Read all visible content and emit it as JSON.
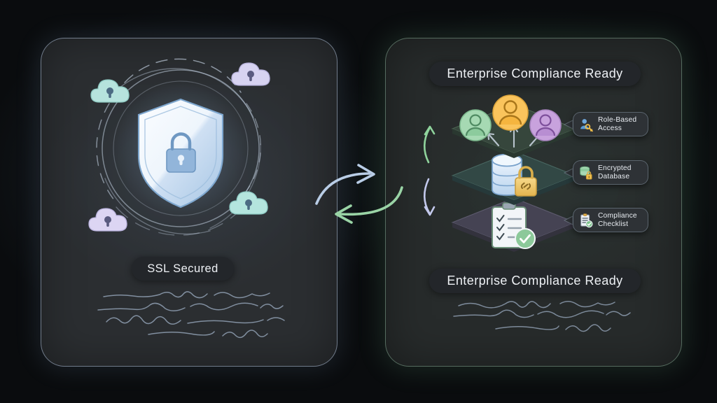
{
  "meta": {
    "title": "SSL Secured and Enterprise Compliance Ready infographic",
    "background_color": "#0a0c0e"
  },
  "left_panel": {
    "name": "ssl-secured-panel",
    "border_color": "#b2c4de",
    "pill_label": "SSL Secured",
    "hero_icon": "shield-lock-icon",
    "shield": {
      "fill_light": "#f3f7fb",
      "fill_mid": "#c5daf0",
      "edge": "#8fb3d6",
      "lock_color": "#8eb2d8"
    },
    "orbit_rings": {
      "count": 4,
      "style": "mixed solid and dashed arcs",
      "color": "#b9c6d6"
    },
    "cloud_badges": [
      {
        "name": "cloud-key-icon-top-left",
        "color": "#b8e6e0",
        "position": "top-left"
      },
      {
        "name": "cloud-key-icon-top-right",
        "color": "#d8d4f2",
        "position": "top-right"
      },
      {
        "name": "cloud-key-icon-bottom-left",
        "color": "#ddd6f4",
        "position": "bottom-left"
      },
      {
        "name": "cloud-key-icon-bottom-right",
        "color": "#b6e6df",
        "position": "bottom-right"
      }
    ],
    "squiggle_rows": 4,
    "squiggle_color": "#9fb0c6"
  },
  "right_panel": {
    "name": "enterprise-compliance-panel",
    "border_color": "#96c4a8",
    "pill_label_top": "Enterprise Compliance Ready",
    "pill_label_bottom": "Enterprise Compliance Ready",
    "layers": [
      {
        "name": "layer-access",
        "fill": "#36463c",
        "icon": "user-avatars-icon",
        "avatars": [
          {
            "name": "avatar-green",
            "color": "#a6d9b3"
          },
          {
            "name": "avatar-yellow",
            "color": "#fac45c"
          },
          {
            "name": "avatar-purple",
            "color": "#c8a2dd"
          }
        ],
        "arrows": 3
      },
      {
        "name": "layer-database",
        "fill": "#324845",
        "icon": "database-lock-icon",
        "database_color": "#cfe2f5",
        "lock_color": "#f0c869"
      },
      {
        "name": "layer-checklist",
        "fill": "#454353",
        "icon": "clipboard-check-icon",
        "clipboard_color": "#f2f5f8",
        "check_badge_color": "#8cc99a"
      }
    ],
    "callouts": [
      {
        "name": "callout-role-based-access",
        "icon": "user-key-icon",
        "line1": "Role-Based",
        "line2": "Access"
      },
      {
        "name": "callout-encrypted-database",
        "icon": "database-lock-icon",
        "line1": "Encrypted",
        "line2": "Database"
      },
      {
        "name": "callout-compliance-checklist",
        "icon": "clipboard-check-icon",
        "line1": "Compliance",
        "line2": "Checklist"
      }
    ],
    "side_arrows": [
      {
        "name": "arrow-up-green",
        "color": "#8fd39c",
        "direction": "up"
      },
      {
        "name": "arrow-down-lavender",
        "color": "#c3c9ec",
        "direction": "down"
      }
    ],
    "squiggle_rows": 3,
    "squiggle_color": "#9fb0c6"
  },
  "connectors": [
    {
      "name": "connector-arrow-right",
      "color": "#b9cde6",
      "direction": "right",
      "from": "left_panel",
      "to": "right_panel"
    },
    {
      "name": "connector-arrow-left",
      "color": "#9ad4a6",
      "direction": "left",
      "from": "right_panel",
      "to": "left_panel"
    }
  ]
}
